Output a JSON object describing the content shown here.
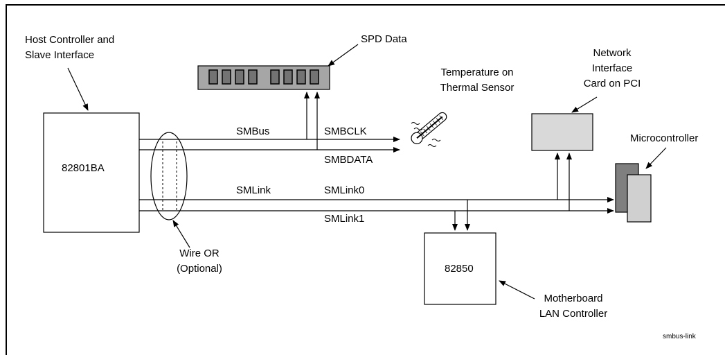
{
  "labels": {
    "host_controller": [
      "Host Controller and",
      "Slave Interface"
    ],
    "spd_data": "SPD Data",
    "temperature": [
      "Temperature on",
      "Thermal Sensor"
    ],
    "network": [
      "Network",
      "Interface",
      "Card on PCI"
    ],
    "microcontroller": "Microcontroller",
    "chip_82801": "82801BA",
    "smbus": "SMBus",
    "smbclk": "SMBCLK",
    "smbdata": "SMBDATA",
    "smlink": "SMLink",
    "smlink0": "SMLink0",
    "smlink1": "SMLink1",
    "wire_or": [
      "Wire OR",
      "(Optional)"
    ],
    "chip_82850": "82850",
    "motherboard": [
      "Motherboard",
      "LAN Controller"
    ],
    "footer_tag": "smbus-link"
  },
  "colors": {
    "line": "#000000",
    "spd_fill": "#a6a6a6",
    "nic_fill": "#d9d9d9",
    "micro_dark": "#7f7f7f",
    "micro_light": "#d0d0d0"
  }
}
